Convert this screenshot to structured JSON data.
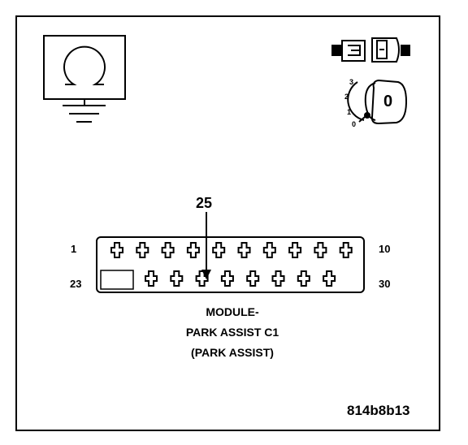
{
  "connector": {
    "pin_first_top": "1",
    "pin_last_top": "10",
    "pin_first_bottom": "23",
    "pin_last_bottom": "30",
    "highlighted_cavity": "25",
    "top_row_cavities": 10,
    "bottom_row_cavities": 8,
    "bottom_row_blocked": 1
  },
  "caption": {
    "line1": "MODULE-",
    "line2": "PARK ASSIST C1",
    "line3": "(PARK ASSIST)"
  },
  "diagram_code": "814b8b13",
  "ignition": {
    "positions": [
      "3",
      "2",
      "1",
      "0"
    ],
    "key_label": "0"
  },
  "icons": {
    "meter": "ohmmeter-icon",
    "ground": "ground-symbol-icon",
    "connector": "connector-disconnected-icon",
    "ignition": "ignition-key-off-icon"
  },
  "colors": {
    "ink": "#000000",
    "paper": "#ffffff"
  }
}
